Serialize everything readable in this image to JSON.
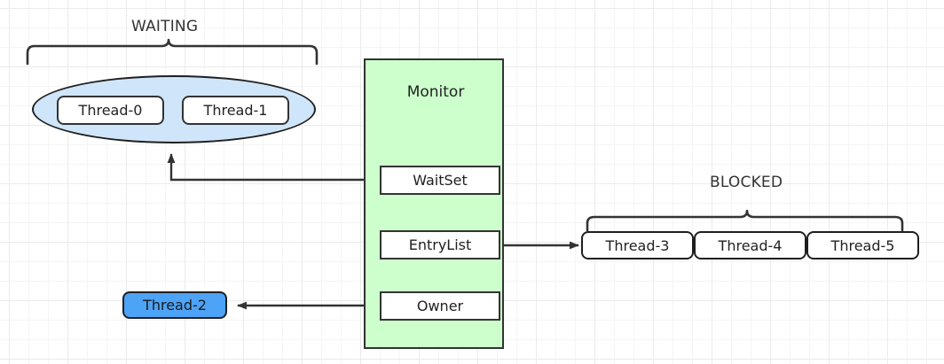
{
  "diagram": {
    "title_labels": {
      "waiting": "WAITING",
      "blocked": "BLOCKED"
    },
    "monitor": {
      "title": "Monitor",
      "fields": [
        {
          "name": "WaitSet",
          "label": "WaitSet"
        },
        {
          "name": "EntryList",
          "label": "EntryList"
        },
        {
          "name": "Owner",
          "label": "Owner"
        }
      ]
    },
    "waiting_group": {
      "label": "WAITING",
      "threads": [
        {
          "label": "Thread-0"
        },
        {
          "label": "Thread-1"
        }
      ]
    },
    "blocked_group": {
      "label": "BLOCKED",
      "threads": [
        {
          "label": "Thread-3"
        },
        {
          "label": "Thread-4"
        },
        {
          "label": "Thread-5"
        }
      ]
    },
    "owner_thread": {
      "label": "Thread-2"
    },
    "colors": {
      "monitor_fill": "#ccffcc",
      "waiting_ellipse_fill": "#cfe5fa",
      "owner_thread_fill": "#4da3f5",
      "stroke": "#333333",
      "grid_minor": "#f5f5f5",
      "grid_major": "#ebebeb",
      "text": "#222222"
    },
    "connections": [
      {
        "from": "WaitSet",
        "to": "waiting-ellipse",
        "style": "elbow-arrow"
      },
      {
        "from": "EntryList",
        "to": "blocked-group",
        "style": "straight-arrow"
      },
      {
        "from": "Owner",
        "to": "Thread-2",
        "style": "straight-arrow"
      }
    ]
  }
}
